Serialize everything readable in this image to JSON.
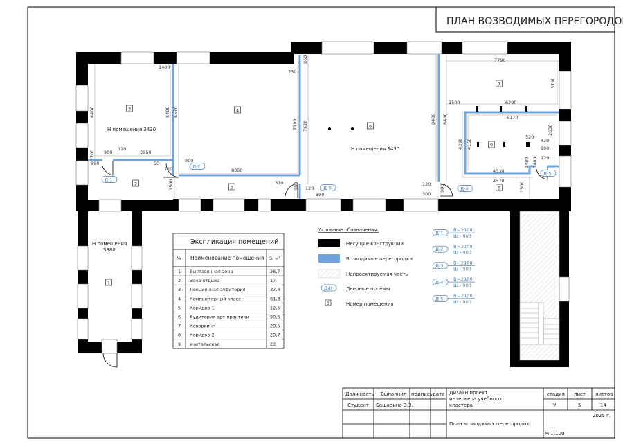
{
  "title": "ПЛАН ВОЗВОДИМЫХ ПЕРЕГОРОДОК",
  "colors": {
    "walls": "#000000",
    "partitions": "#6fa3dc",
    "tags": "#3d78b8"
  },
  "plan": {
    "heights": {
      "room3": "Н помещения 3430",
      "room6": "Н помещения 3430",
      "room1_label": "Н помещения",
      "room1_value": "3380"
    },
    "rooms": [
      "1",
      "2",
      "3",
      "4",
      "5",
      "6",
      "7",
      "8",
      "9"
    ],
    "doors": [
      "Д-1",
      "Д-2",
      "Д-3",
      "Д-4",
      "Д-5"
    ],
    "dims": [
      "1400",
      "6400",
      "6400",
      "6570",
      "700",
      "900",
      "120",
      "3960",
      "990",
      "50",
      "120",
      "900",
      "8360",
      "1500",
      "310",
      "900",
      "730",
      "7190",
      "860",
      "7620",
      "120",
      "300",
      "8480",
      "8480",
      "7790",
      "3790",
      "1500",
      "6290",
      "6170",
      "4390",
      "4150",
      "520",
      "420",
      "2630",
      "900",
      "120",
      "1480",
      "1480",
      "4330",
      "4570",
      "120",
      "300",
      "900",
      "1500"
    ]
  },
  "explication": {
    "title": "Экспликация помещений",
    "headers": [
      "№",
      "Наименование помещения",
      "S, м²"
    ],
    "rows": [
      [
        "1",
        "Выставочная зона",
        "26,7"
      ],
      [
        "2",
        "Зона отдыха",
        "17"
      ],
      [
        "3",
        "Лекционная аудитория",
        "37,4"
      ],
      [
        "4",
        "Компьютерный класс",
        "61,3"
      ],
      [
        "5",
        "Коридор 1",
        "12,5"
      ],
      [
        "6",
        "Аудитория арт-практики",
        "90,6"
      ],
      [
        "7",
        "Коворкинг",
        "29,5"
      ],
      [
        "8",
        "Коридор 2",
        "20,7"
      ],
      [
        "9",
        "Учительская",
        "23"
      ]
    ]
  },
  "legend": {
    "title": "Условные обозначения:",
    "items": [
      {
        "icon": "black-fill-swatch",
        "label": "Несущие конструкции"
      },
      {
        "icon": "blue-fill-swatch",
        "label": "Возводимые перегородки"
      },
      {
        "icon": "hatch-swatch",
        "label": "Непроектируемая часть"
      },
      {
        "icon": "door-tag",
        "tag": "Д-0",
        "label": "Дверные проёмы"
      },
      {
        "icon": "room-number-box",
        "tag": "0",
        "label": "Номер помещения"
      }
    ],
    "door_specs": [
      {
        "tag": "Д-1",
        "height": "В - 2100",
        "width": "Ш - 900"
      },
      {
        "tag": "Д-2",
        "height": "В - 2100",
        "width": "Ш - 900"
      },
      {
        "tag": "Д-3",
        "height": "В - 2100",
        "width": "Ш - 900"
      },
      {
        "tag": "Д-4",
        "height": "В - 2100",
        "width": "Ш - 900"
      },
      {
        "tag": "Д-5",
        "height": "В - 2100",
        "width": "Ш - 900"
      }
    ]
  },
  "title_block": {
    "position_h": "Должность",
    "performed_h": "Выполнил",
    "signature_h": "подпись",
    "date_h": "дата",
    "position": "Студент",
    "performer": "Башарина Э.З.",
    "project_lines": [
      "Дизайн проект",
      "интерьера учебного",
      "кластера"
    ],
    "stage_h": "стадия",
    "sheet_h": "лист",
    "sheets_h": "листов",
    "stage": "У",
    "sheet": "5",
    "sheets": "14",
    "year": "2025 г.",
    "sheet_name": "План возводимых перегородок",
    "scale": "М 1:100"
  }
}
